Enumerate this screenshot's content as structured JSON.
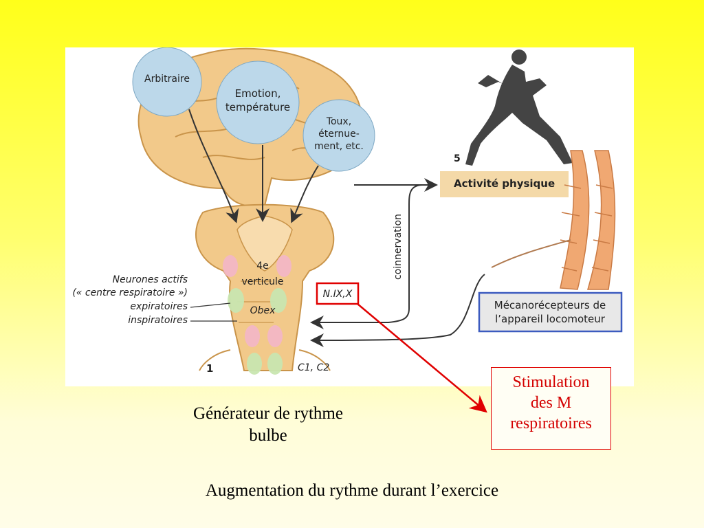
{
  "figure": {
    "bubbles": {
      "arbitraire": "Arbitraire",
      "emotion_line1": "Emotion,",
      "emotion_line2": "température",
      "toux_line1": "Toux,",
      "toux_line2": "éternue-",
      "toux_line3": "ment, etc."
    },
    "step_5": "5",
    "step_1": "1",
    "activite": "Activité physique",
    "coinnervation": "coinnervation",
    "ventricle_line1": "4e",
    "ventricle_line2": "verticule",
    "obex": "Obex",
    "nerves": "N.IX,X",
    "cervical": "C1, C2",
    "neurones_line1": "Neurones actifs",
    "neurones_line2": "(« centre respiratoire »)",
    "expiratoires": "expiratoires",
    "inspiratoires": "inspiratoires",
    "mecano_line1": "Mécanorécepteurs de",
    "mecano_line2": "l’appareil locomoteur"
  },
  "stimulation": {
    "line1": "Stimulation",
    "line2": "des M",
    "line3": "respiratoires"
  },
  "generator": {
    "line1": "Générateur de rythme",
    "line2": "bulbe"
  },
  "bottom_caption": "Augmentation du rythme durant l’exercice",
  "colors": {
    "background_top": "#ffff1a",
    "bubble": "#bcd8ea",
    "brain": "#f2c98a",
    "red_annotation": "#e00000",
    "mecano_border": "#3c5bbf"
  }
}
